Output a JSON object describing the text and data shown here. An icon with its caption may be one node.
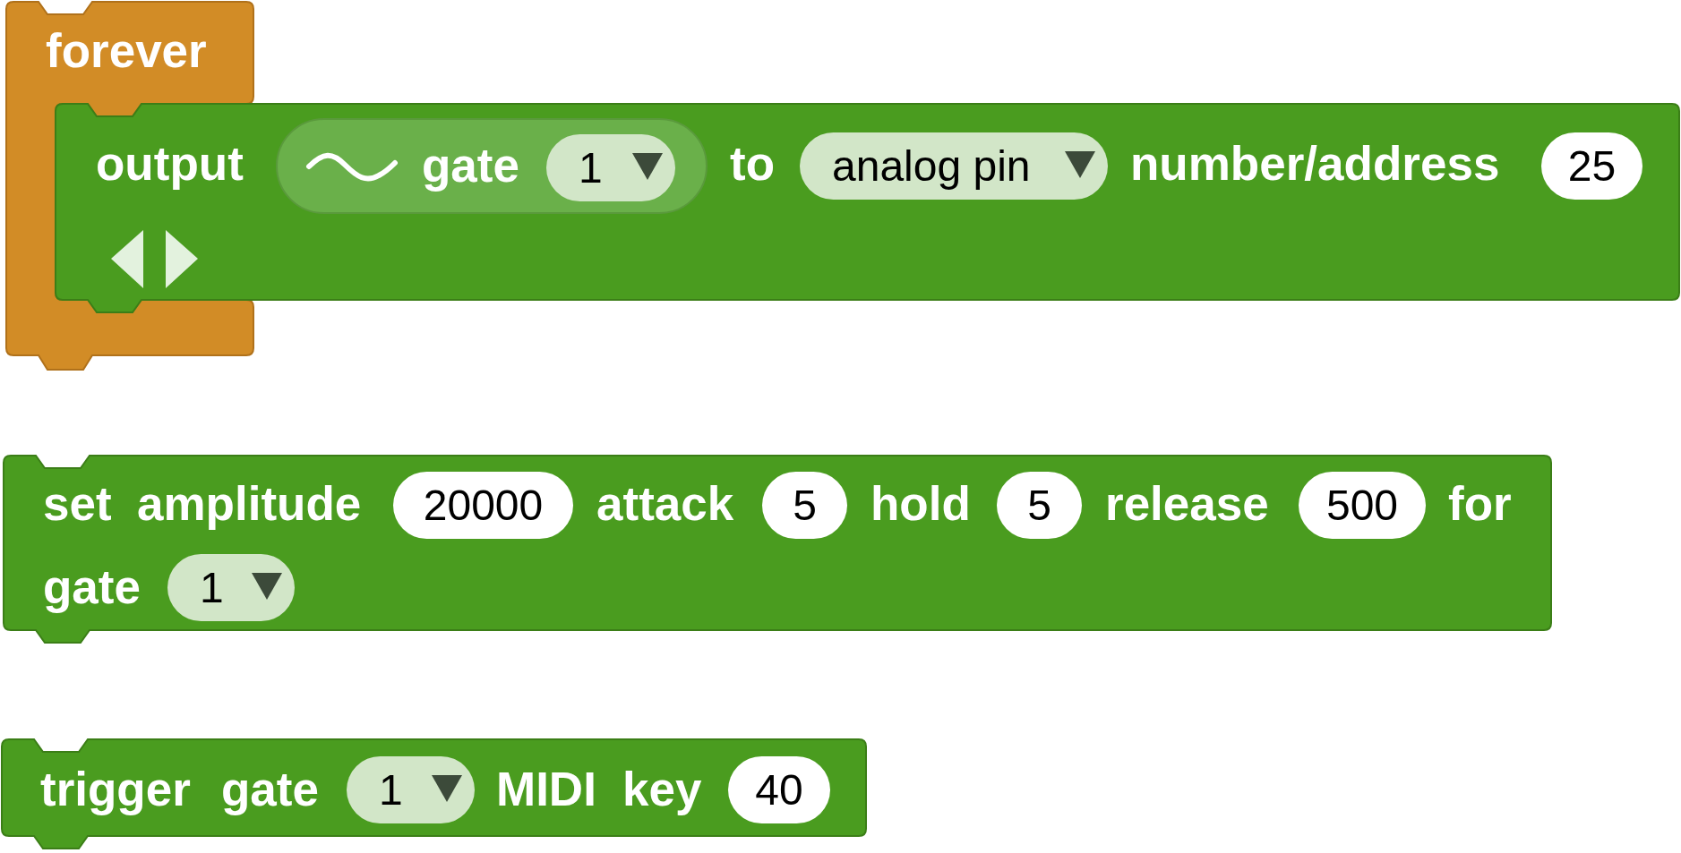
{
  "diagram": {
    "nodes": [
      {
        "text": [
          "forever"
        ]
      },
      {
        "text": [
          "output",
          "to",
          "number/address"
        ]
      },
      {
        "text": [
          "gate"
        ],
        "in": 1
      },
      {
        "text": [
          "1"
        ],
        "in": 2
      },
      {
        "text": [
          "analog pin"
        ],
        "in": 1
      },
      {
        "text": [
          "25"
        ],
        "in": 1
      },
      {
        "text": [
          "set",
          "amplitude",
          "attack",
          "hold",
          "release",
          "for",
          "gate"
        ]
      },
      {
        "text": [
          "20000"
        ],
        "in": 6
      },
      {
        "text": [
          "5"
        ],
        "in": 6
      },
      {
        "text": [
          "5"
        ],
        "in": 6
      },
      {
        "text": [
          "500"
        ],
        "in": 6
      },
      {
        "text": [
          "1"
        ],
        "in": 6
      },
      {
        "text": [
          "trigger",
          "gate",
          "MIDI",
          "key"
        ]
      },
      {
        "text": [
          "1"
        ],
        "in": 12
      },
      {
        "text": [
          "40"
        ],
        "in": 12
      }
    ],
    "edges": []
  }
}
